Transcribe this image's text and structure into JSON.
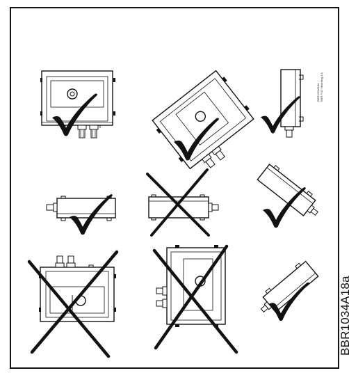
{
  "figure": {
    "code": "BBR1034A18a",
    "side_label_line1": "BBR1034A18a",
    "side_label_line2": "EBR P 02 Mounting 4 A",
    "orientations": [
      {
        "id": "front-upright",
        "allowed": true
      },
      {
        "id": "tilted-45-glands-down-left",
        "allowed": true
      },
      {
        "id": "side-view-upright",
        "allowed": true
      },
      {
        "id": "lying-glands-left",
        "allowed": true
      },
      {
        "id": "lying-glands-right",
        "allowed": false
      },
      {
        "id": "side-view-tilted",
        "allowed": true
      },
      {
        "id": "front-upside-down",
        "allowed": false
      },
      {
        "id": "front-glands-left",
        "allowed": false
      },
      {
        "id": "side-view-tilted-glands-down",
        "allowed": true
      }
    ],
    "colors": {
      "line": "#111111",
      "background": "#ffffff"
    }
  }
}
